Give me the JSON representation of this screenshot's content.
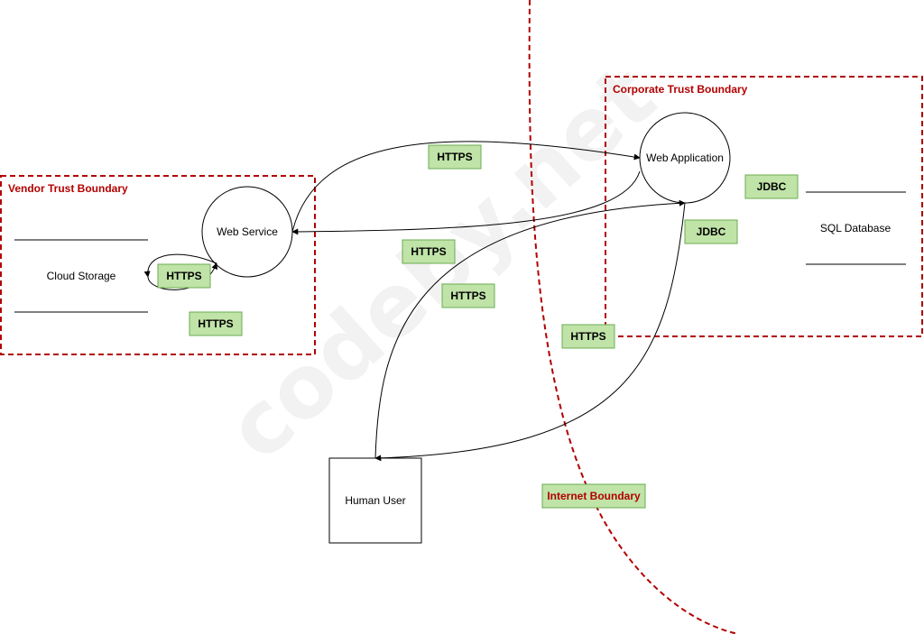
{
  "colors": {
    "boundary": "#b20000",
    "label_fill": "#c0e3a8",
    "label_stroke": "#6aad4f",
    "watermark": "#f2f2f2",
    "line": "#000000"
  },
  "watermark": "codeby.net",
  "boundaries": {
    "vendor": "Vendor Trust Boundary",
    "corporate": "Corporate Trust Boundary",
    "internet": "Internet Boundary"
  },
  "nodes": {
    "web_service": "Web Service",
    "web_application": "Web Application",
    "cloud_storage": "Cloud Storage",
    "sql_database": "SQL Database",
    "human_user": "Human User"
  },
  "flows": [
    {
      "id": "https-top",
      "label": "HTTPS"
    },
    {
      "id": "https-left",
      "label": "HTTPS"
    },
    {
      "id": "https-middle",
      "label": "HTTPS"
    },
    {
      "id": "https-vendor-loop",
      "label": "HTTPS"
    },
    {
      "id": "https-vendor",
      "label": "HTTPS"
    },
    {
      "id": "https-right",
      "label": "HTTPS"
    },
    {
      "id": "jdbc-db",
      "label": "JDBC"
    },
    {
      "id": "jdbc-app",
      "label": "JDBC"
    }
  ]
}
